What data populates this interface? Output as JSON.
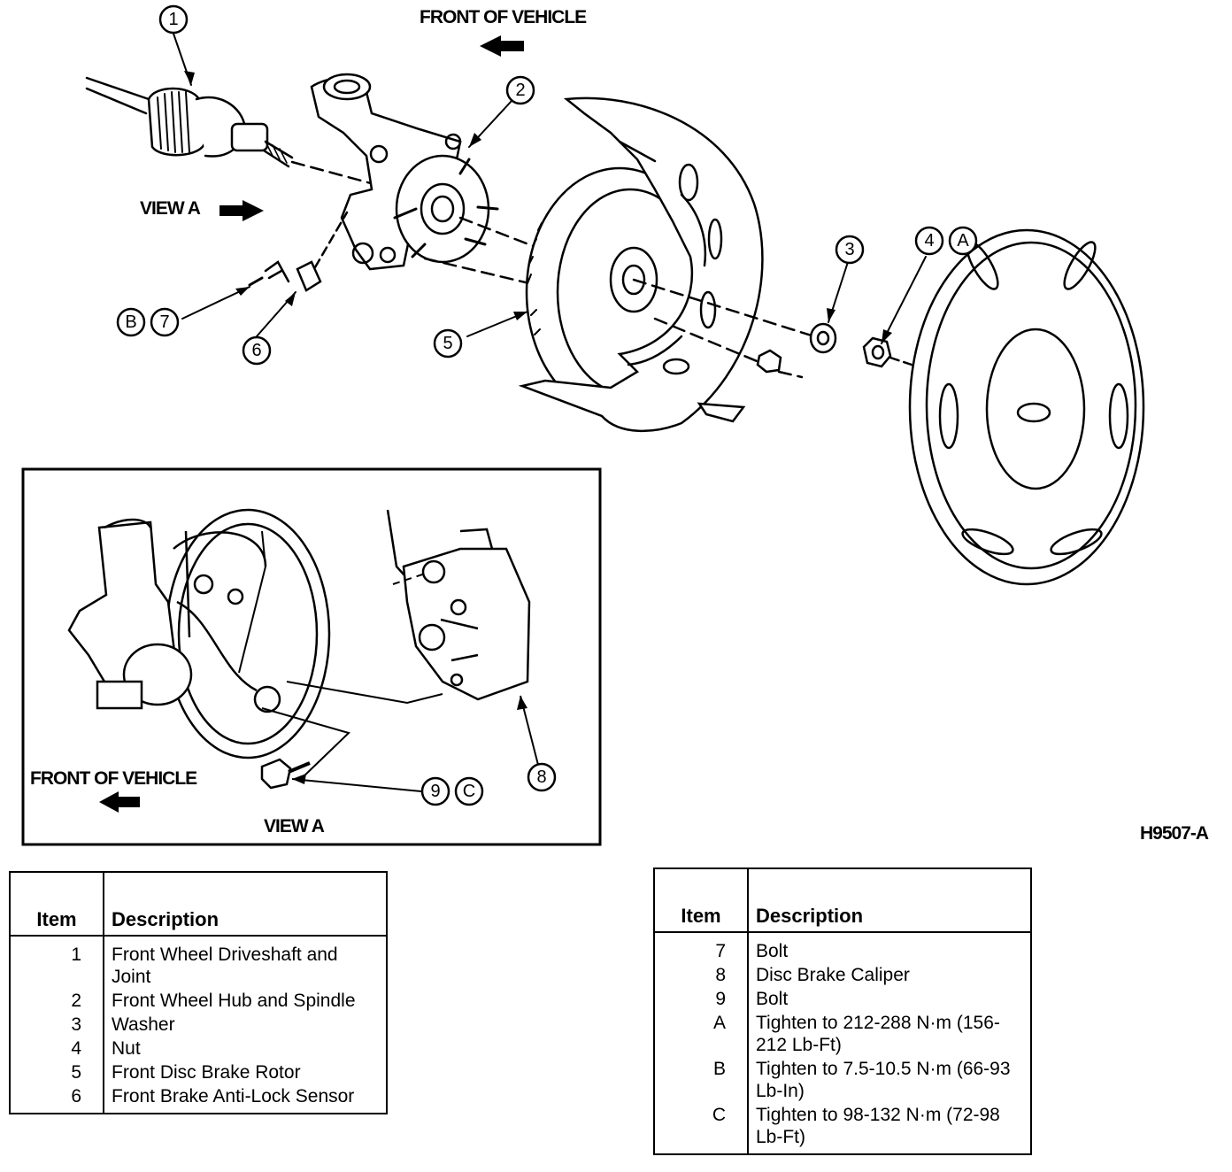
{
  "labels": {
    "front_of_vehicle_top": "FRONT OF VEHICLE",
    "view_a_main": "VIEW A",
    "front_of_vehicle_inset": "FRONT OF VEHICLE",
    "view_a_inset": "VIEW A",
    "figure_id": "H9507-A"
  },
  "callouts": {
    "c1": "1",
    "c2": "2",
    "c3": "3",
    "c4": "4",
    "cA": "A",
    "c5": "5",
    "c6": "6",
    "cB": "B",
    "c7": "7",
    "c8": "8",
    "c9": "9",
    "cC": "C"
  },
  "tables": {
    "left": {
      "header_item": "Item",
      "header_description": "Description",
      "rows": [
        {
          "item": "1",
          "description": "Front Wheel Driveshaft and Joint"
        },
        {
          "item": "2",
          "description": "Front Wheel Hub and Spindle"
        },
        {
          "item": "3",
          "description": "Washer"
        },
        {
          "item": "4",
          "description": "Nut"
        },
        {
          "item": "5",
          "description": "Front Disc Brake Rotor"
        },
        {
          "item": "6",
          "description": "Front Brake Anti-Lock Sensor"
        }
      ]
    },
    "right": {
      "header_item": "Item",
      "header_description": "Description",
      "rows": [
        {
          "item": "7",
          "description": "Bolt"
        },
        {
          "item": "8",
          "description": "Disc Brake Caliper"
        },
        {
          "item": "9",
          "description": "Bolt"
        },
        {
          "item": "A",
          "description": "Tighten to 212-288 N·m (156-212 Lb-Ft)"
        },
        {
          "item": "B",
          "description": "Tighten to 7.5-10.5 N·m (66-93 Lb-In)"
        },
        {
          "item": "C",
          "description": "Tighten to 98-132 N·m (72-98 Lb-Ft)"
        }
      ]
    }
  }
}
